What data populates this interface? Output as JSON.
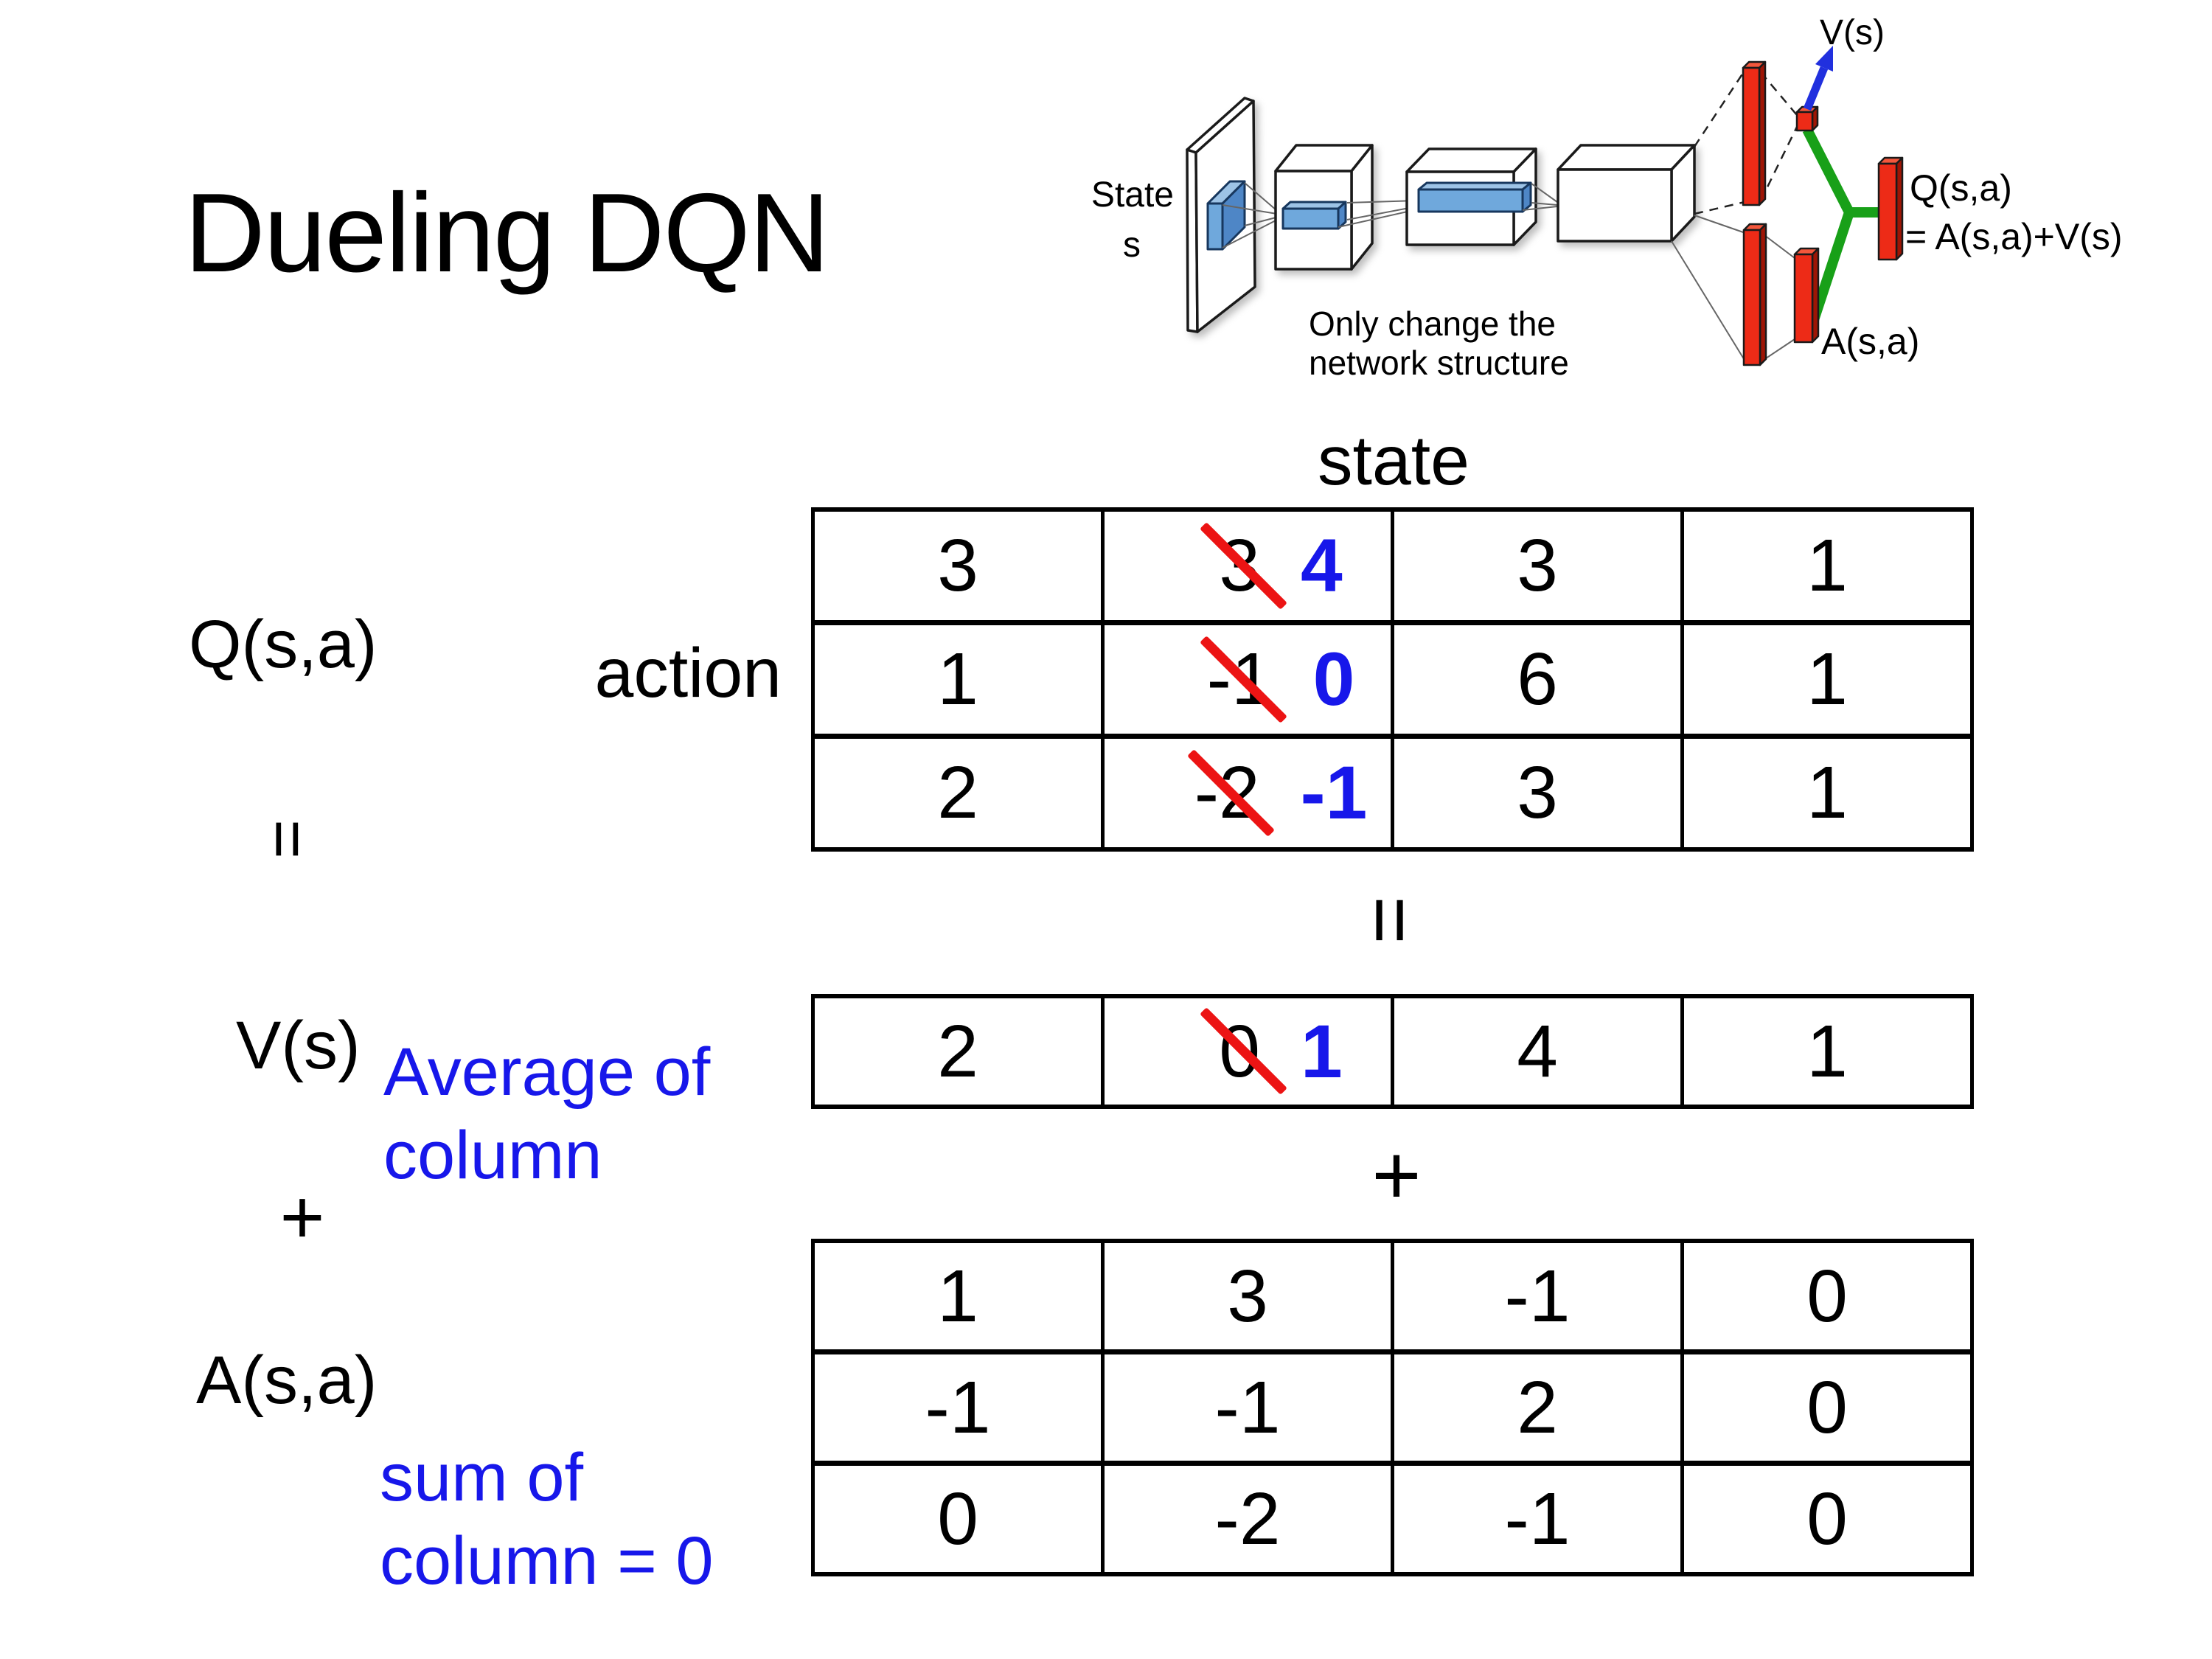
{
  "slide": {
    "title": "Dueling DQN",
    "background": "#ffffff"
  },
  "diagram": {
    "state_label": "State",
    "state_sub": "s",
    "note_line1": "Only change the",
    "note_line2": "network structure",
    "v_out_label": "V(s)",
    "a_out_label": "A(s,a)",
    "q_out_line1": "Q(s,a)",
    "q_out_line2": "= A(s,a)+V(s)"
  },
  "labels": {
    "state_header": "state",
    "action_header": "action",
    "q_label": "Q(s,a)",
    "v_label": "V(s)",
    "a_label": "A(s,a)",
    "equals_left": "=",
    "equals_center": "=",
    "plus_left": "+",
    "plus_center": "+",
    "avg_note": [
      "Average of",
      "column"
    ],
    "sum_note": [
      "sum of",
      "column = 0"
    ]
  },
  "tables": {
    "q": {
      "rows": [
        [
          {
            "v": "3"
          },
          {
            "old": "3",
            "new": "4"
          },
          {
            "v": "3"
          },
          {
            "v": "1"
          }
        ],
        [
          {
            "v": "1"
          },
          {
            "old": "-1",
            "new": "0"
          },
          {
            "v": "6"
          },
          {
            "v": "1"
          }
        ],
        [
          {
            "v": "2"
          },
          {
            "old": "-2",
            "new": "-1"
          },
          {
            "v": "3"
          },
          {
            "v": "1"
          }
        ]
      ]
    },
    "v": {
      "rows": [
        [
          {
            "v": "2"
          },
          {
            "old": "0",
            "new": "1"
          },
          {
            "v": "4"
          },
          {
            "v": "1"
          }
        ]
      ]
    },
    "a": {
      "rows": [
        [
          {
            "v": "1"
          },
          {
            "v": "3"
          },
          {
            "v": "-1"
          },
          {
            "v": "0"
          }
        ],
        [
          {
            "v": "-1"
          },
          {
            "v": "-1"
          },
          {
            "v": "2"
          },
          {
            "v": "0"
          }
        ],
        [
          {
            "v": "0"
          },
          {
            "v": "-2"
          },
          {
            "v": "-1"
          },
          {
            "v": "0"
          }
        ]
      ]
    }
  },
  "colors": {
    "text": "#000000",
    "blue_annotation": "#1717EA",
    "strike_red": "#EC1414",
    "diagram_bar_red": "#ED2B17",
    "diagram_green": "#18A018",
    "diagram_slab_blue": "#6FA8DC",
    "arrow_blue": "#2130DE"
  }
}
